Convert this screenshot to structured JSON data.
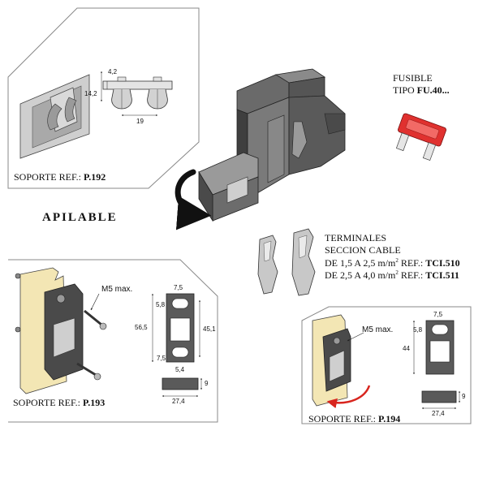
{
  "labels": {
    "soporte_prefix": "SOPORTE REF.:",
    "p192": "P.192",
    "p193": "P.193",
    "p194": "P.194",
    "apilable": "APILABLE",
    "fusible_line1": "FUSIBLE",
    "fusible_line2_prefix": "TIPO",
    "fusible_ref": "FU.40...",
    "terminales_line1": "TERMINALES",
    "terminales_line2": "SECCION CABLE",
    "term1_prefix": "DE 1,5 A 2,5 m/m",
    "term1_ref_prefix": "REF.:",
    "term1_ref": "TCI.510",
    "term2_prefix": "DE 2,5 A 4,0 m/m",
    "term2_ref_prefix": "REF.:",
    "term2_ref": "TCI.511",
    "superscript": "2"
  },
  "dimensions": {
    "p192_height": "14,2",
    "p192_top": "4,2",
    "p192_width": "19",
    "p193_screw": "M5 max.",
    "p193_hole": "7,5",
    "p193_height_outer": "56,5",
    "p193_height_inner": "45,1",
    "p193_small_top": "5,8",
    "p193_small_bottom": "7,5",
    "p193_mid": "5,4",
    "p193_side_h": "9",
    "p193_width": "27,4",
    "p194_screw": "M5 max.",
    "p194_hole": "7,5",
    "p194_small": "5,8",
    "p194_height": "44",
    "p194_side_h": "9",
    "p194_width": "27,4"
  },
  "colors": {
    "panel_cream": "#f3e6b4",
    "part_dark": "#3f3f3f",
    "part_mid": "#6a6a6a",
    "part_light": "#b9b9b9",
    "fuse_red": "#e0312f",
    "arrow_red": "#d8251e"
  }
}
